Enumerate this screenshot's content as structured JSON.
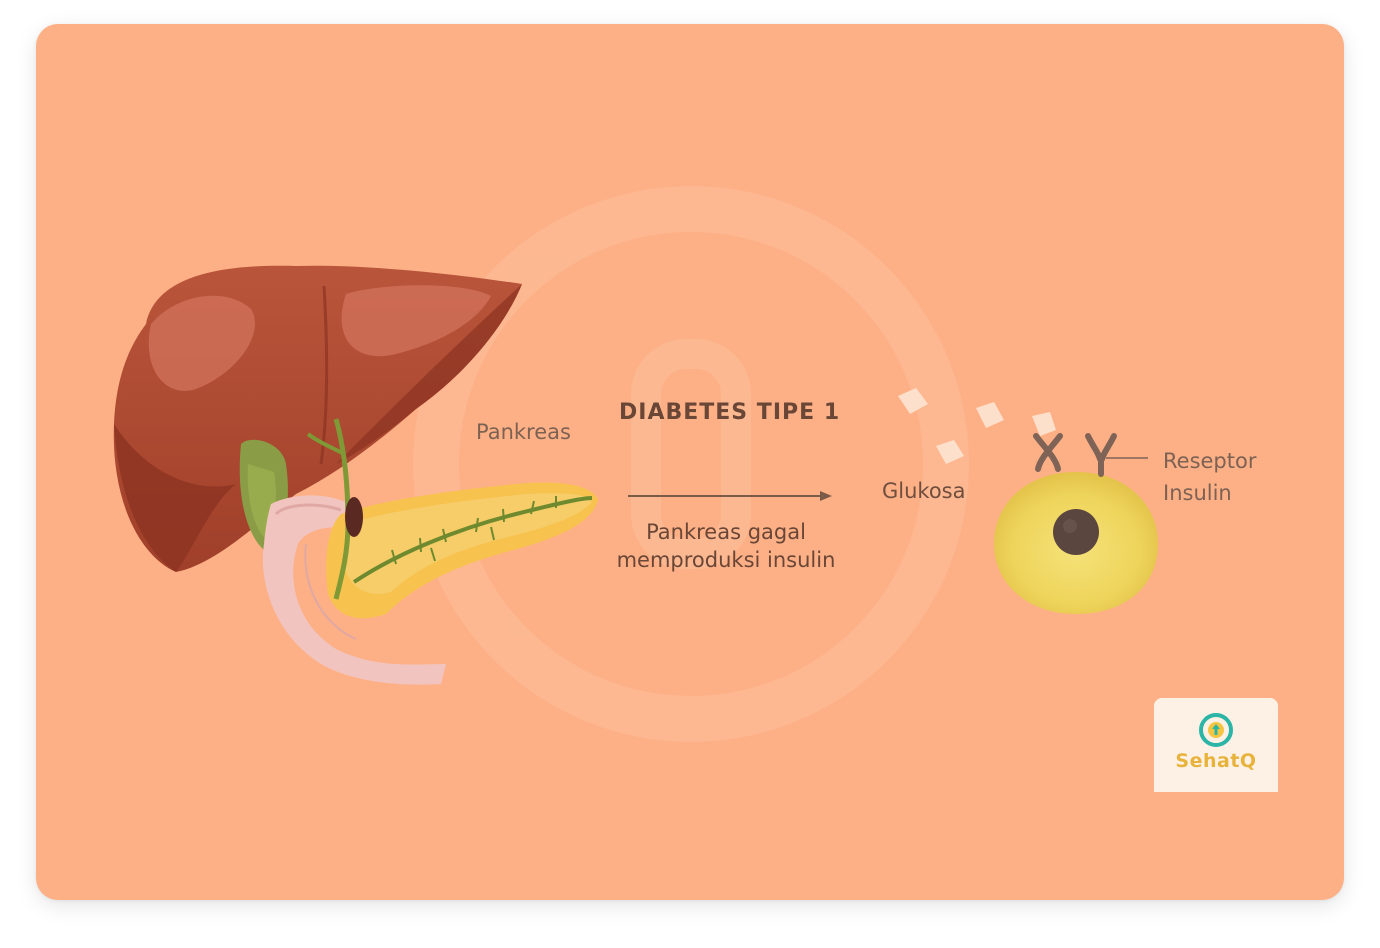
{
  "diagram": {
    "title": "DIABETES  TIPE 1",
    "pancreas_label": "Pankreas",
    "caption_line1": "Pankreas gagal",
    "caption_line2": "memproduksi insulin",
    "glucose_label": "Glukosa",
    "receptor_label_line1": "Reseptor",
    "receptor_label_line2": "Insulin"
  },
  "brand": {
    "name": "SehatQ",
    "icon": "sehatq-logo-icon"
  },
  "colors": {
    "background": "#fdb086",
    "liver": "#b24c33",
    "pancreas": "#f2c55a",
    "cell": "#efd65a",
    "nucleus": "#5a463f",
    "brand_text": "#e7b33b",
    "brand_icon": "#2bb5a6"
  }
}
